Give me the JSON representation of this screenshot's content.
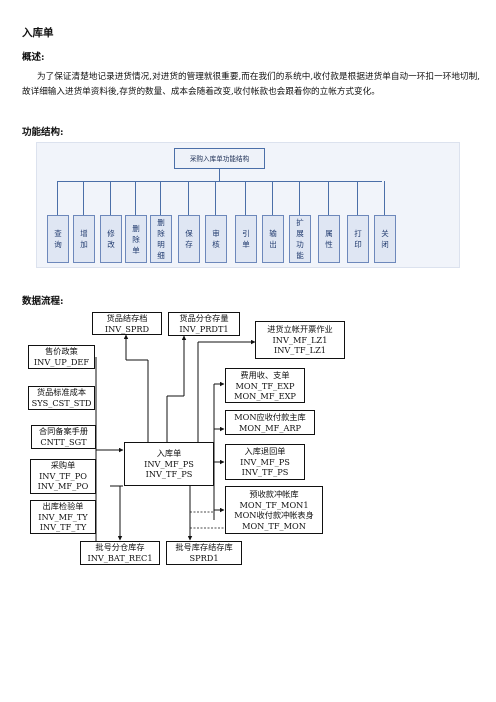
{
  "doc": {
    "title": "入库单",
    "overview_heading": "概述:",
    "overview_text": "为了保证清楚地记录进货情况,对进货的管理就很重要,而在我们的系统中,收付款是根据进货单自动一环扣一环地切制,故详细输入进货单资料後,存货的数量、成本会随着改变,收付帐款也会跟着你的立帐方式变化。",
    "function_heading": "功能结构:",
    "dataflow_heading": "数据流程:"
  },
  "func": {
    "root": "采购入库单功能结构",
    "items": [
      "查询",
      "增加",
      "修改",
      "删除单",
      "删除明细",
      "保存",
      "审核",
      "引单",
      "输出",
      "扩展功能",
      "属性",
      "打印",
      "关闭"
    ]
  },
  "flow": {
    "center": [
      "入库单",
      "INV_MF_PS",
      "INV_TF_PS"
    ],
    "top1": [
      "货品结存档",
      "INV_SPRD"
    ],
    "top2": [
      "货品分仓存量",
      "INV_PRDT1"
    ],
    "l1": [
      "售价政策",
      "INV_UP_DEF"
    ],
    "l2": [
      "货品标准成本",
      "SYS_CST_STD"
    ],
    "l3": [
      "合同备案手册",
      "CNTT_SGT"
    ],
    "l4": [
      "采购单",
      "INV_TF_PO",
      "INV_MF_PO"
    ],
    "l5": [
      "出库检验单",
      "INV_MF_TY",
      "INV_TF_TY"
    ],
    "r1": [
      "进货立帐开票作业",
      "INV_MF_LZ1",
      "INV_TF_LZ1"
    ],
    "r2": [
      "费用收、支单",
      "MON_TF_EXP",
      "MON_MF_EXP"
    ],
    "r3": [
      "MON应收付款主库",
      "MON_MF_ARP"
    ],
    "r4": [
      "入库退回单",
      "INV_MF_PS",
      "INV_TF_PS"
    ],
    "r5": [
      "预收款冲帐库",
      "MON_TF_MON1",
      "MON收付款冲帐表身",
      "MON_TF_MON"
    ],
    "b1": [
      "批号分仓库存",
      "INV_BAT_REC1"
    ],
    "b2": [
      "批号库存结存库",
      "SPRD1"
    ]
  }
}
